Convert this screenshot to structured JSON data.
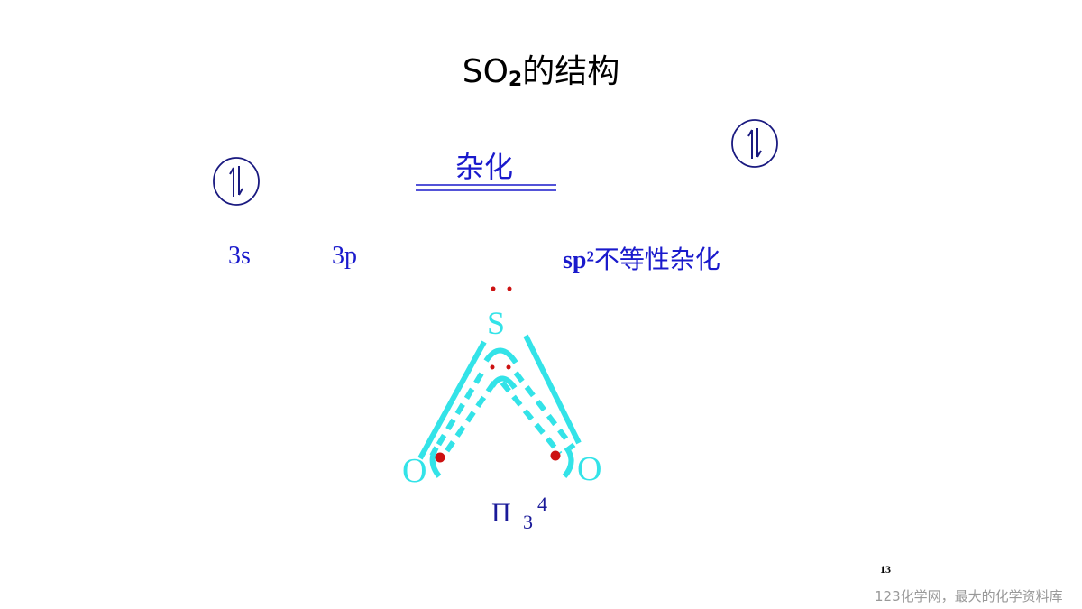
{
  "slide": {
    "title_main": "SO",
    "title_sub": "2",
    "title_rest": "的结构",
    "hybridization_heading": "杂化",
    "label_3s": "3s",
    "label_3p": "3p",
    "label_sp2_prefix": "sp²",
    "label_sp2_rest": "不等性杂化",
    "page_number": "13",
    "watermark": "123化学网，最大的化学资料库"
  },
  "diagram": {
    "atom_center": "S",
    "atom_left": "O",
    "atom_right": "O",
    "pi_symbol": "Π",
    "pi_subscript": "3",
    "pi_superscript": "4",
    "colors": {
      "bond": "#33e3e8",
      "electron": "#cc1111",
      "text": "#1a1acc",
      "orbital": "#1a1a80"
    }
  }
}
